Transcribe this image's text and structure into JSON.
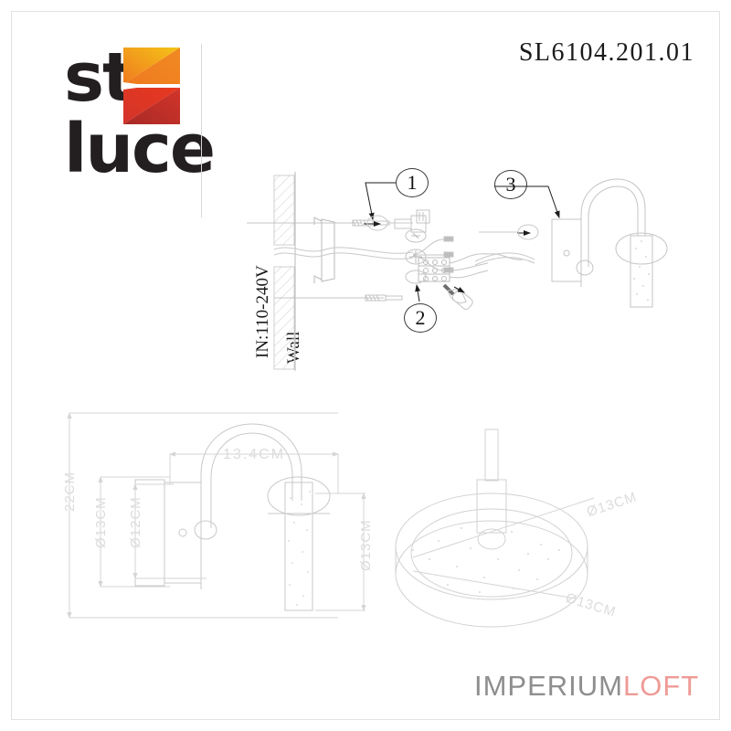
{
  "brand": {
    "name_line1": "st",
    "name_line2": "luce",
    "mark_colors": [
      "#f5c518",
      "#ef7a1f",
      "#e8381f",
      "#a82a26"
    ]
  },
  "product": {
    "code": "SL6104.201.01"
  },
  "install_diagram": {
    "voltage_label": "IN:110-240V",
    "wall_label": "Wall",
    "callouts": [
      {
        "id": "1",
        "label": "1"
      },
      {
        "id": "2",
        "label": "2"
      },
      {
        "id": "3",
        "label": "3"
      }
    ]
  },
  "dimensions": {
    "height": "22CM",
    "backplate_height": "Ø13CM",
    "backplate_width": "Ø12CM",
    "projection": "13.4CM",
    "shade_diameter": "Ø13CM",
    "top_view_diameter_1": "Ø13CM",
    "top_view_diameter_2": "Ø13CM"
  },
  "footer": {
    "watermark_part1": "IMPERIUM",
    "watermark_part2": "LOFT",
    "color_part1": "#8e8e8e",
    "color_part2": "#ef9a96"
  }
}
